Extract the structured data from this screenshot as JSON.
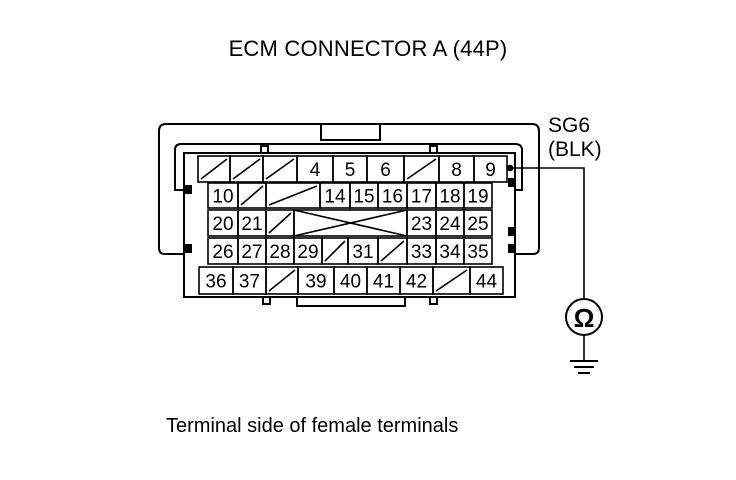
{
  "title": "ECM CONNECTOR A (44P)",
  "caption": "Terminal side of female terminals",
  "wire": {
    "terminal": "SG6",
    "color": "(BLK)"
  },
  "meter_symbol": "Ω",
  "ground_symbol": "ground-icon",
  "connector": {
    "rows": [
      [
        "",
        "",
        "",
        "4",
        "5",
        "6",
        "",
        "8",
        "9"
      ],
      [
        "10",
        "",
        "",
        "14",
        "15",
        "16",
        "17",
        "18",
        "19"
      ],
      [
        "20",
        "21",
        "",
        "X",
        "X",
        "X",
        "23",
        "24",
        "25"
      ],
      [
        "26",
        "27",
        "28",
        "29",
        "",
        "31",
        "",
        "33",
        "34",
        "35"
      ],
      [
        "36",
        "37",
        "",
        "39",
        "40",
        "41",
        "42",
        "",
        "44"
      ]
    ]
  }
}
